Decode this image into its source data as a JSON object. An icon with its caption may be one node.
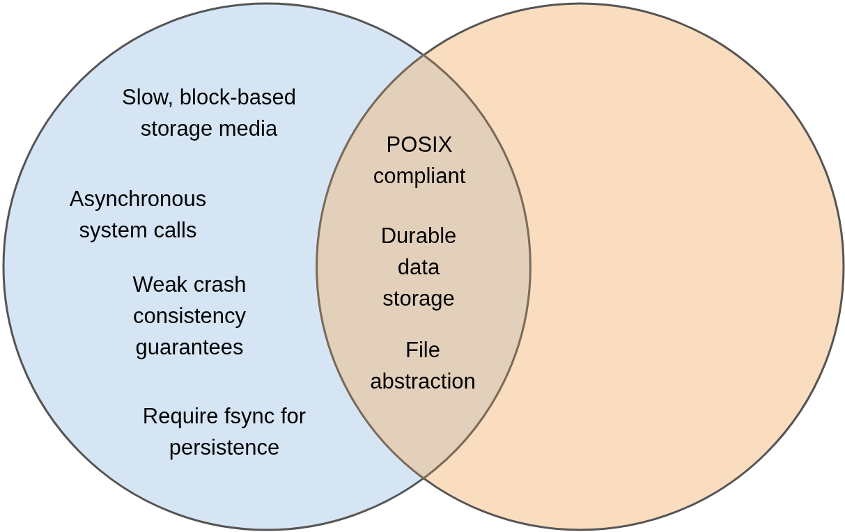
{
  "diagram": {
    "nodes": [
      {
        "text": [
          "Slow, block-based storage media",
          "Asynchronous system calls",
          "Weak crash consistency guarantees",
          "Require fsync for persistence"
        ]
      },
      {
        "text": [],
        "shape": "circle"
      },
      {
        "text": [
          "POSIX compliant",
          "Durable data storage",
          "File abstraction"
        ]
      }
    ],
    "edges": []
  }
}
